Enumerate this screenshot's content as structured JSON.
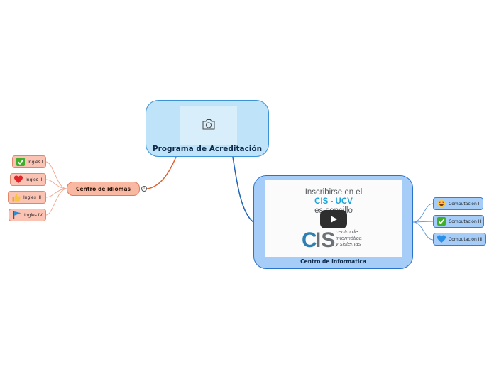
{
  "central": {
    "title": "Programa de Acreditación",
    "image_icon": "camera-icon"
  },
  "informatica": {
    "title": "Centro de Informatica",
    "video": {
      "line1": "Inscribirse en el",
      "line2": "CIS - UCV",
      "line3": "es sencillo",
      "logo_letters": "CIS",
      "logo_text_1": "centro de",
      "logo_text_2": "informática",
      "logo_text_3": "y sistemas_",
      "play_icon": "play-icon"
    },
    "children": [
      {
        "label": "Computación I",
        "icon": "heart-eyes-emoji-icon"
      },
      {
        "label": "Computación II",
        "icon": "check-mark-icon"
      },
      {
        "label": "Computación III",
        "icon": "blue-heart-icon"
      }
    ]
  },
  "idiomas": {
    "title": "Centro de idiomas",
    "badge": "1",
    "children": [
      {
        "label": "Ingles I",
        "icon": "check-mark-icon"
      },
      {
        "label": "Ingles II",
        "icon": "red-heart-icon"
      },
      {
        "label": "Ingles III",
        "icon": "thumbs-up-icon"
      },
      {
        "label": "Ingles IV",
        "icon": "blue-flag-icon"
      }
    ]
  },
  "colors": {
    "central_fill": "#bfe3f8",
    "informatica_fill": "#a5cdf7",
    "idiomas_fill": "#f9b8a2",
    "idiomas_link": "#e0602e",
    "informatica_link": "#1f65b8"
  }
}
